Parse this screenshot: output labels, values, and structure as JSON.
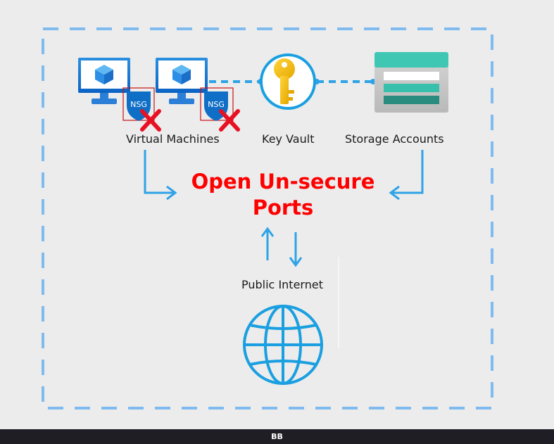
{
  "labels": {
    "virtual_machines": "Virtual Machines",
    "key_vault": "Key Vault",
    "storage_accounts": "Storage Accounts",
    "public_internet": "Public Internet"
  },
  "title": {
    "line1": "Open Un-secure",
    "line2": "Ports"
  },
  "nsg": {
    "text": "NSG"
  },
  "footer": {
    "text": "BB"
  },
  "colors": {
    "boundary": "#7fbbef",
    "arrow": "#2ea3e6",
    "title": "#ff0000",
    "nsg_shield": "#0f6fc6",
    "deny_mark": "#e81123",
    "globe": "#1a9fe0",
    "key": "#f7c11a",
    "storage_top": "#3fc7b3",
    "storage_mid": "#38a696",
    "footer_bg": "#1e1e24"
  },
  "icons": [
    "virtual-machine-icon",
    "nsg-shield-icon",
    "deny-x-icon",
    "key-vault-icon",
    "storage-account-icon",
    "globe-icon",
    "arrow-icon"
  ]
}
